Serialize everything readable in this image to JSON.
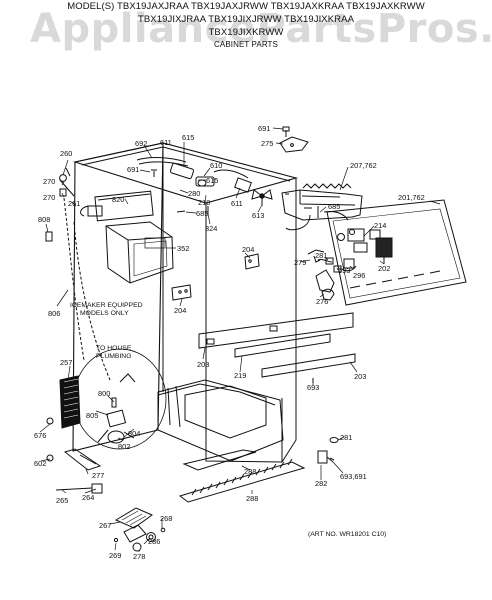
{
  "header": {
    "line1": "MODEL(S) TBX19JAXJRAA  TBX19JAXJRWW  TBX19JAXKRAA  TBX19JAXKRWW",
    "line2": "TBX19JIXJRAA  TBX19JIXJRWW  TBX19JIXKRAA",
    "line3": "TBX19JIXKRWW",
    "subtitle": "CABINET PARTS"
  },
  "watermark": "AppliancePartsPros.com",
  "notes": {
    "icemaker": [
      "ICEMAKER EQUIPPED",
      "MODELS ONLY"
    ],
    "plumbing": [
      "TO HOUSE",
      "PLUMBING"
    ]
  },
  "art_number": "(ART NO. WR18201 C10)",
  "part_labels": [
    "691",
    "275",
    "692",
    "611",
    "615",
    "691",
    "610",
    "615",
    "280",
    "210",
    "685",
    "324",
    "611",
    "613",
    "207,762",
    "685",
    "201,762",
    "214",
    "260",
    "270",
    "261",
    "270",
    "820",
    "352",
    "808",
    "204",
    "204",
    "279",
    "281",
    "693",
    "296",
    "202",
    "276",
    "806",
    "203",
    "219",
    "203",
    "257",
    "693",
    "800",
    "805",
    "804",
    "802",
    "676",
    "281",
    "602",
    "277",
    "288",
    "282",
    "693,691",
    "265",
    "264",
    "288",
    "267",
    "268",
    "286",
    "269",
    "278"
  ]
}
